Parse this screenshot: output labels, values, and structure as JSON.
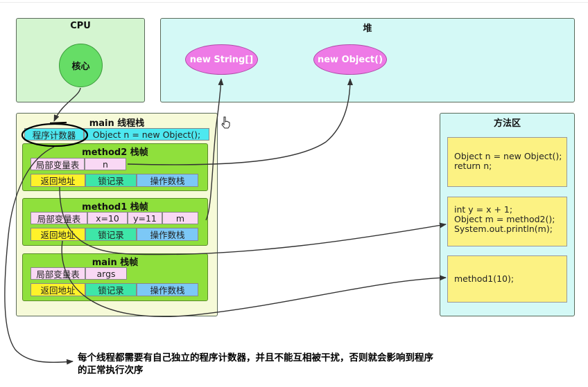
{
  "cpu": {
    "title": "CPU",
    "core": "核心"
  },
  "heap": {
    "title": "堆",
    "objects": [
      "new String[]",
      "new Object()"
    ]
  },
  "thread_stack": {
    "title": "main 线程栈",
    "pc_label": "程序计数器",
    "pc_value": "Object n = new Object();",
    "frames": [
      {
        "title": "method2 栈帧",
        "locals_label": "局部变量表",
        "locals": [
          "n"
        ],
        "return_addr": "返回地址",
        "lock_record": "锁记录",
        "operand_stack": "操作数栈"
      },
      {
        "title": "method1 栈帧",
        "locals_label": "局部变量表",
        "locals": [
          "x=10",
          "y=11",
          "m"
        ],
        "return_addr": "返回地址",
        "lock_record": "锁记录",
        "operand_stack": "操作数栈"
      },
      {
        "title": "main 栈帧",
        "locals_label": "局部变量表",
        "locals": [
          "args"
        ],
        "return_addr": "返回地址",
        "lock_record": "锁记录",
        "operand_stack": "操作数栈"
      }
    ]
  },
  "method_area": {
    "title": "方法区",
    "blocks": [
      [
        "Object n = new Object();",
        "return n;"
      ],
      [
        "int y = x + 1;",
        "Object m = method2();",
        "System.out.println(m);"
      ],
      [
        "method1(10);"
      ]
    ]
  },
  "note": [
    "每个线程都需要有自己独立的程序计数器，并且不能互相被干扰，否则就会影响到程序",
    "的正常执行次序"
  ],
  "colors": {
    "panel_green": "#d4f5d0",
    "panel_cyan": "#d4f9f6",
    "frame_green": "#8fe03c",
    "oval_magenta": "#ee7ae6",
    "core_green": "#66dd66",
    "code_yellow": "#fcf283"
  }
}
